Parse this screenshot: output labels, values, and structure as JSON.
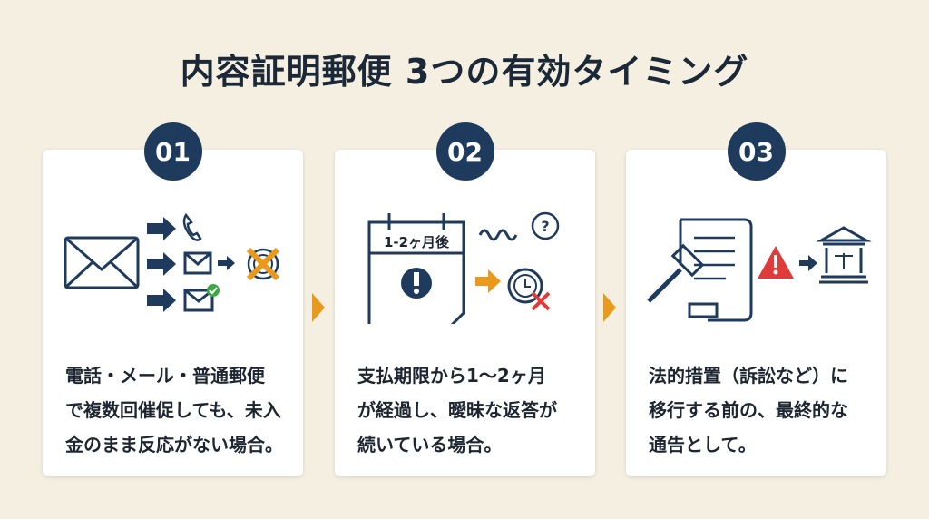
{
  "title": "内容証明郵便 3つの有効タイミング",
  "colors": {
    "navy": "#1e3a5c",
    "orange": "#e99a1c",
    "red": "#e03a3a",
    "green": "#3aa845",
    "background": "#f4efe0"
  },
  "cards": [
    {
      "number": "01",
      "icon": "envelope-phone-mail-no-response-icon",
      "lines": [
        "電話・メール・普通郵便",
        "で複数回催促しても、未入",
        "金のまま反応がない場合。"
      ]
    },
    {
      "number": "02",
      "icon": "calendar-clock-icon",
      "calendar_label": "1-2ヶ月後",
      "lines": [
        "支払期限から1〜2ヶ月",
        "が経過し、曖昧な返答が",
        "続いている場合。"
      ]
    },
    {
      "number": "03",
      "icon": "gavel-document-courthouse-icon",
      "lines": [
        "法的措置（訴訟など）に",
        "移行する前の、最終的な",
        "通告として。"
      ]
    }
  ]
}
